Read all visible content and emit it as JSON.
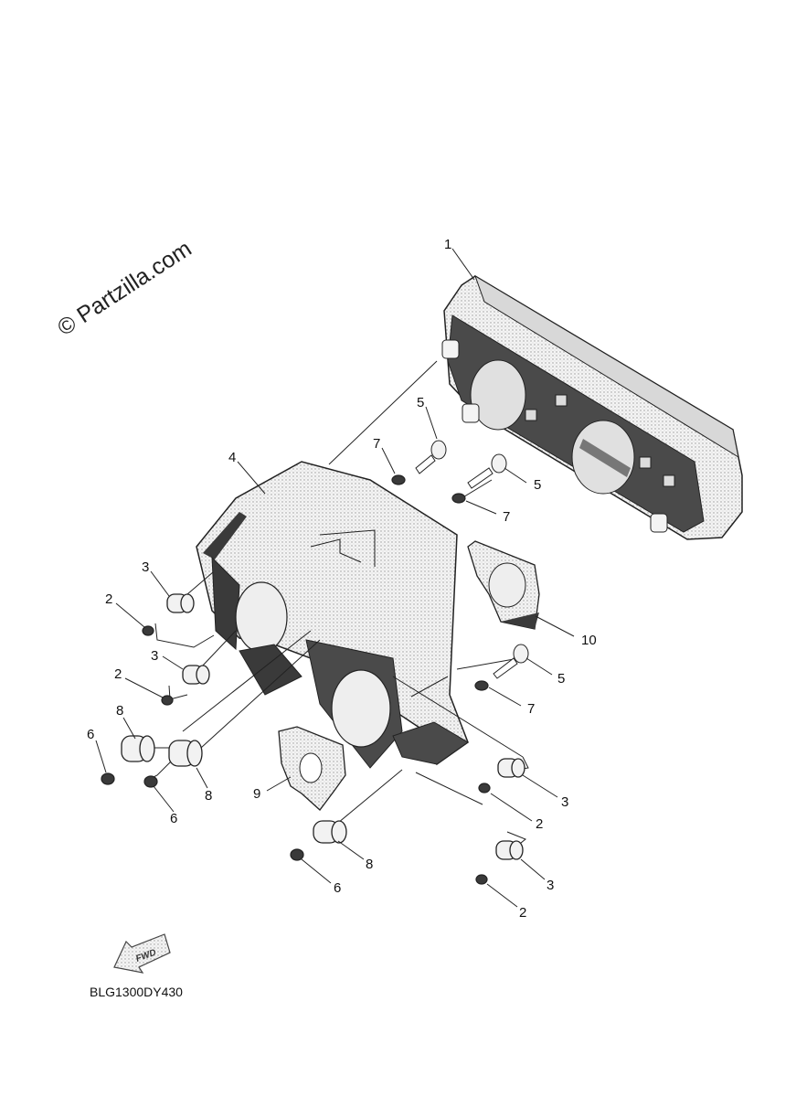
{
  "watermark": "© Partzilla.com",
  "diagram_code": "BLG1300DY430",
  "fwd_label": "FWD",
  "callouts": [
    "1",
    "5",
    "7",
    "5",
    "7",
    "4",
    "10",
    "3",
    "2",
    "3",
    "5",
    "2",
    "7",
    "8",
    "6",
    "8",
    "6",
    "9",
    "3",
    "2",
    "8",
    "6",
    "3",
    "2"
  ]
}
